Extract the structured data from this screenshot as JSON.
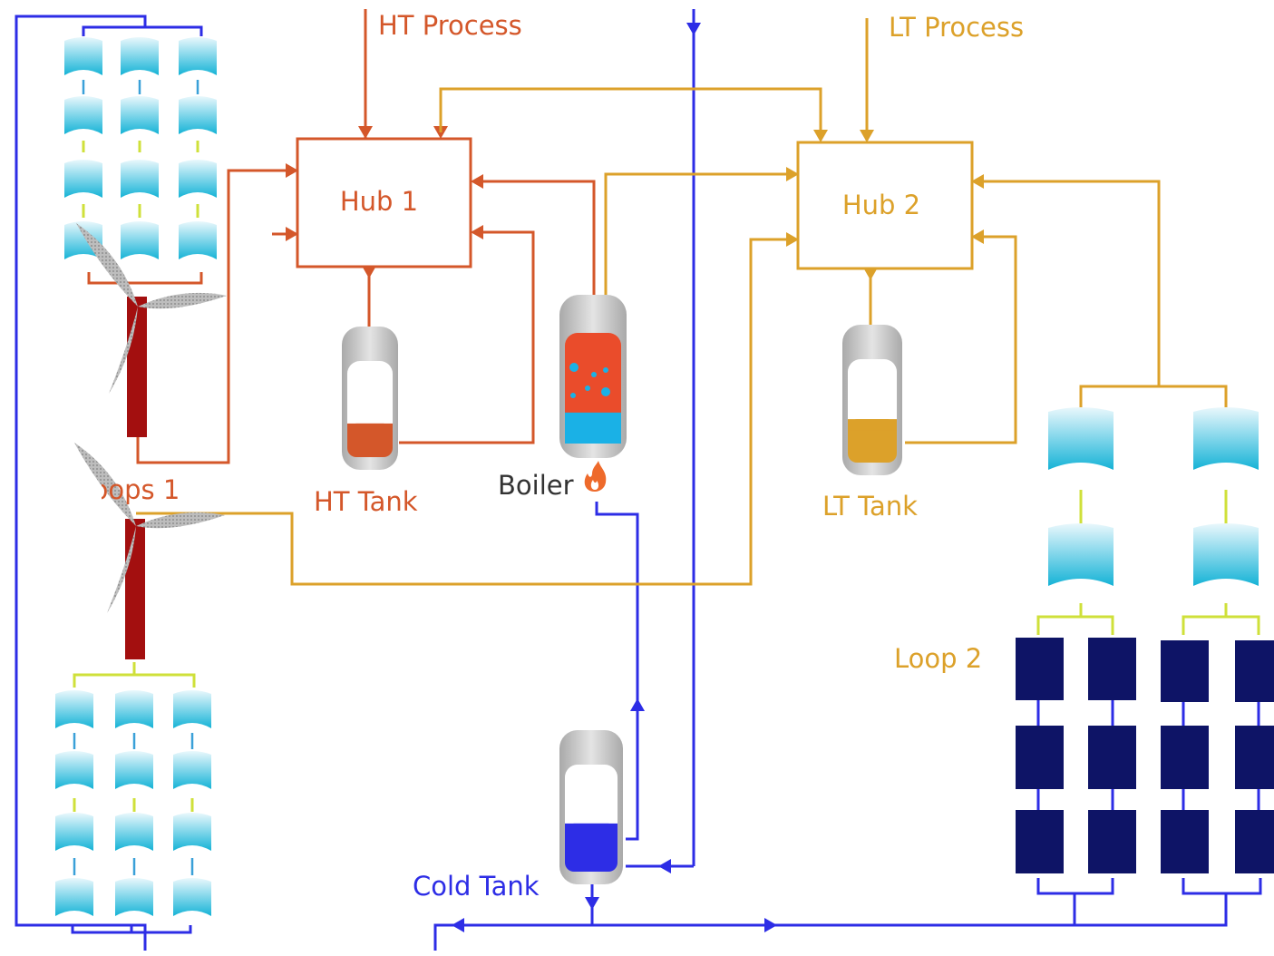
{
  "labels": {
    "ht_process": "HT Process",
    "lt_process": "LT Process",
    "hub1": "Hub 1",
    "hub2": "Hub 2",
    "ht_tank": "HT Tank",
    "lt_tank": "LT Tank",
    "boiler": "Boiler",
    "cold_tank": "Cold Tank",
    "loops1": "Loops 1",
    "loop2": "Loop 2"
  },
  "colors": {
    "ht": "#d4572a",
    "lt": "#dca12a",
    "cold": "#2d2de6",
    "panel": "#0e1466",
    "link": "#cfe03a",
    "turbine_tower": "#a30f0f",
    "collector": "#1cb8d8"
  },
  "levels": {
    "ht_tank": 0.35,
    "lt_tank": 0.42,
    "cold_tank": 0.45,
    "boiler_water": 0.28
  },
  "icons": {
    "boiler_flame": "flame-icon"
  }
}
